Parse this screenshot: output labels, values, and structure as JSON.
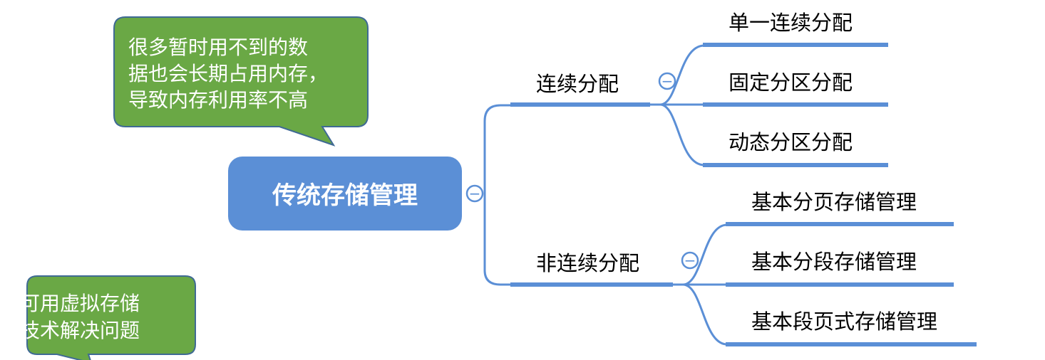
{
  "root": {
    "label": "传统存储管理"
  },
  "branches": [
    {
      "label": "连续分配",
      "children": [
        {
          "label": "单一连续分配"
        },
        {
          "label": "固定分区分配"
        },
        {
          "label": "动态分区分配"
        }
      ]
    },
    {
      "label": "非连续分配",
      "children": [
        {
          "label": "基本分页存储管理"
        },
        {
          "label": "基本分段存储管理"
        },
        {
          "label": "基本段页式存储管理"
        }
      ]
    }
  ],
  "callouts": [
    {
      "lines": [
        "很多暂时用不到的数",
        "据也会长期占用内存，",
        "导致内存利用率不高"
      ]
    },
    {
      "lines": [
        "可用虚拟存储",
        "技术解决问题"
      ]
    }
  ],
  "collapse_symbol": "−",
  "colors": {
    "root_fill": "#5b8fd6",
    "line": "#5b8fd6",
    "underline": "#5b8fd6",
    "callout_fill": "#6aa845",
    "callout_stroke": "#3f6a94"
  }
}
